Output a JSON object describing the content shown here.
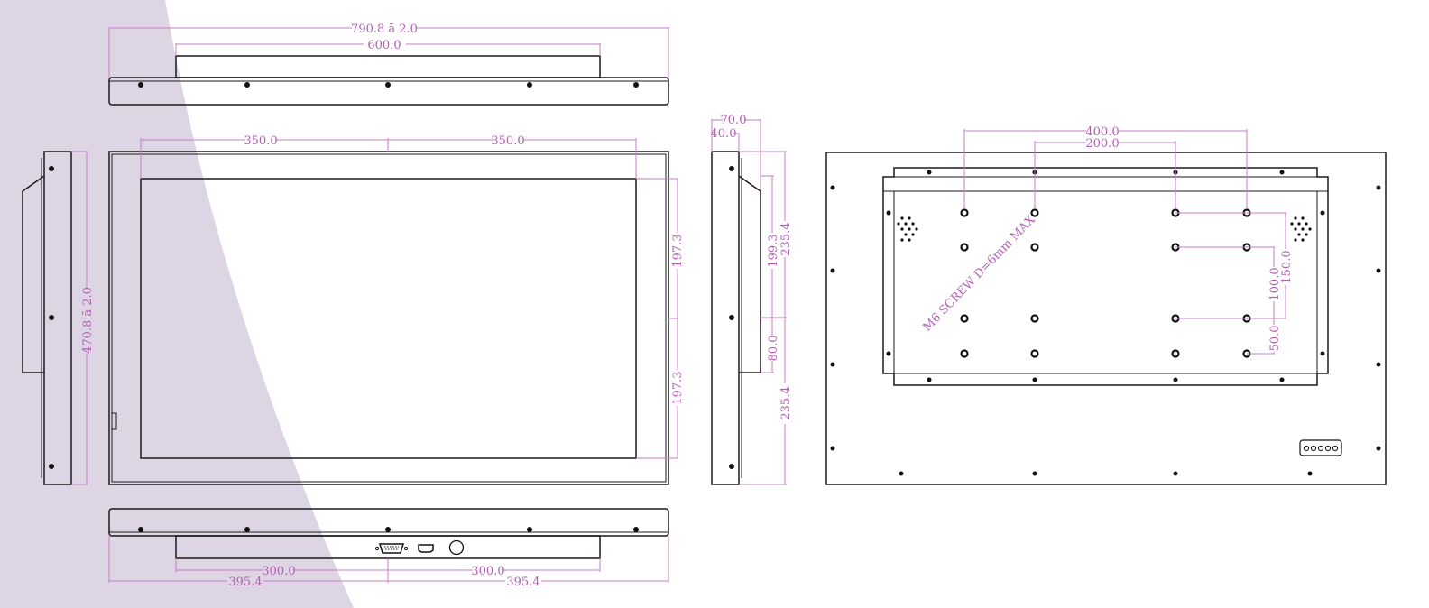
{
  "colors": {
    "dimension": "#b45fb4",
    "outline": "#1a1a1a",
    "background_shape": "#ddd5e3"
  },
  "dims": {
    "top_overall_width": "790.8 ā 2.0",
    "top_panel_width": "600.0",
    "front_half_left": "350.0",
    "front_half_right": "350.0",
    "height_overall": "470.8 ā 2.0",
    "front_upper_half": "197.3",
    "front_lower_half": "197.3",
    "side_depth_outer": "70.0",
    "side_depth_inner": "40.0",
    "side_upper_inner": "199.3",
    "side_upper_outer": "235.4",
    "side_lower_inner": "80.0",
    "side_lower_outer": "235.4",
    "vesa_outer": "400.0",
    "vesa_inner": "200.0",
    "vesa_v150": "150.0",
    "vesa_v100": "100.0",
    "vesa_v50": "50.0",
    "bottom_inner_left": "300.0",
    "bottom_inner_right": "300.0",
    "bottom_outer_left": "395.4",
    "bottom_outer_right": "395.4"
  },
  "notes": {
    "screw_spec": "M6 SCREW D=6mm MAX"
  },
  "icons": {
    "vga_port": "vga-port-icon",
    "hdmi_port": "hdmi-port-icon",
    "power_button": "power-button-icon",
    "osd_buttons": "osd-buttons-icon"
  }
}
